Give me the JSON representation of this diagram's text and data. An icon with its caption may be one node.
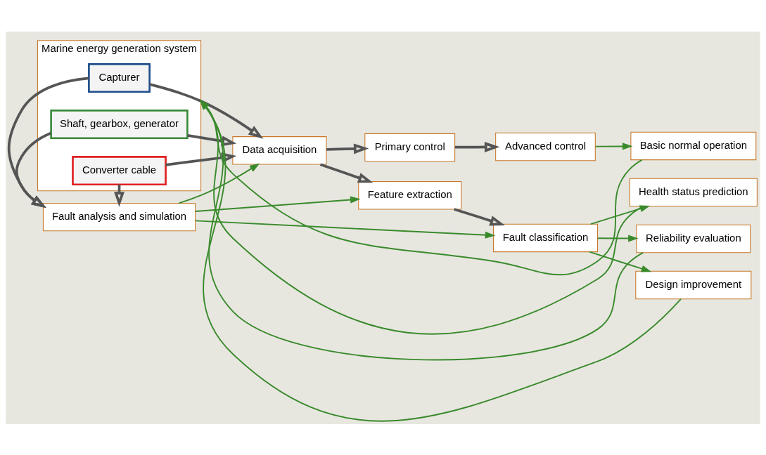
{
  "diagram": {
    "nodes": [
      {
        "text": [
          "Fault analysis and simulation"
        ]
      },
      {
        "text": [
          "Marine energy generation system"
        ]
      },
      {
        "text": [
          "Capturer"
        ],
        "in": 1
      },
      {
        "text": [
          "Shaft, gearbox, generator"
        ],
        "in": 1
      },
      {
        "text": [
          "Converter cable"
        ],
        "in": 1
      },
      {
        "text": [
          "Data acquisition"
        ]
      },
      {
        "text": [
          "Feature extraction"
        ]
      },
      {
        "text": [
          "Fault classification"
        ]
      },
      {
        "text": [
          "Primary control"
        ]
      },
      {
        "text": [
          "Advanced control"
        ]
      },
      {
        "text": [
          "Basic normal operation"
        ]
      },
      {
        "text": [
          "Health status prediction"
        ]
      },
      {
        "text": [
          "Reliability evaluation"
        ]
      },
      {
        "text": [
          "Design improvement"
        ]
      }
    ],
    "edges": [
      {
        "from": 2,
        "to": 0,
        "arrow": "to",
        "style": "thick",
        "color": "#555555"
      },
      {
        "from": 3,
        "to": 0,
        "arrow": "to",
        "style": "thick",
        "color": "#555555"
      },
      {
        "from": 4,
        "to": 0,
        "arrow": "to",
        "style": "thick",
        "color": "#555555"
      },
      {
        "from": 2,
        "to": 5,
        "arrow": "to",
        "style": "thick",
        "color": "#555555"
      },
      {
        "from": 3,
        "to": 5,
        "arrow": "to",
        "style": "thick",
        "color": "#555555"
      },
      {
        "from": 4,
        "to": 5,
        "arrow": "to",
        "style": "thick",
        "color": "#555555"
      },
      {
        "from": 5,
        "to": 6,
        "arrow": "to",
        "style": "thick",
        "color": "#555555"
      },
      {
        "from": 5,
        "to": 8,
        "arrow": "to",
        "style": "thick",
        "color": "#555555"
      },
      {
        "from": 6,
        "to": 7,
        "arrow": "to",
        "style": "thick",
        "color": "#555555"
      },
      {
        "from": 8,
        "to": 9,
        "arrow": "to",
        "style": "thick",
        "color": "#555555"
      },
      {
        "from": 0,
        "to": 7,
        "arrow": "to"
      },
      {
        "from": 0,
        "to": 6,
        "arrow": "to"
      },
      {
        "from": 0,
        "to": 5,
        "arrow": "to"
      },
      {
        "from": 9,
        "to": 10,
        "arrow": "to"
      },
      {
        "from": 7,
        "to": 11,
        "arrow": "to"
      },
      {
        "from": 7,
        "to": 12,
        "arrow": "to"
      },
      {
        "from": 7,
        "to": 13,
        "arrow": "to"
      },
      {
        "from": 10,
        "to": 1,
        "arrow": "to"
      },
      {
        "from": 11,
        "to": 1,
        "arrow": "to"
      },
      {
        "from": 12,
        "to": 1,
        "arrow": "to"
      },
      {
        "from": 13,
        "to": 1,
        "arrow": "to"
      }
    ]
  }
}
